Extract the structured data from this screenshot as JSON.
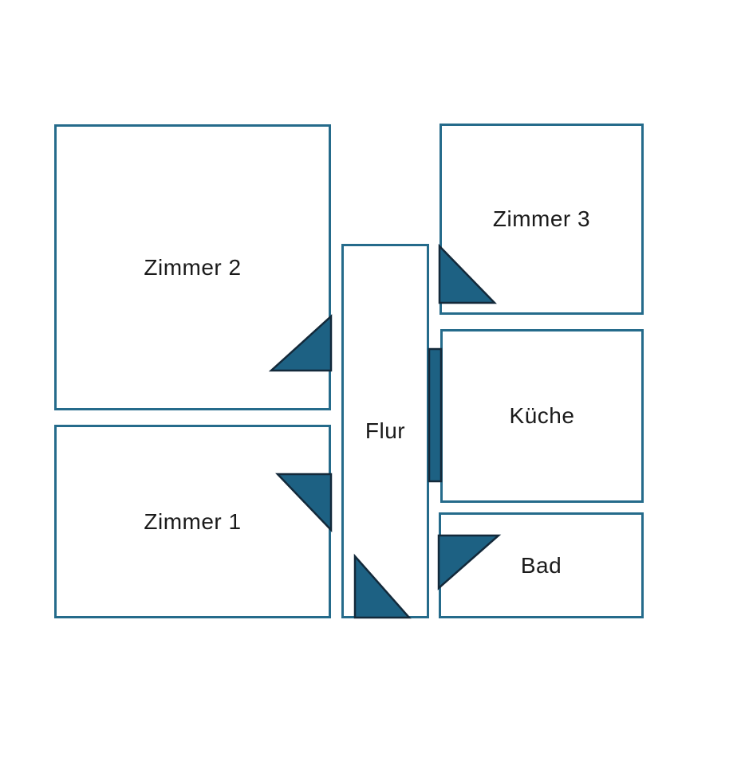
{
  "floor_plan": {
    "rooms": [
      {
        "id": "zimmer2",
        "label": "Zimmer 2"
      },
      {
        "id": "zimmer1",
        "label": "Zimmer 1"
      },
      {
        "id": "flur",
        "label": "Flur"
      },
      {
        "id": "zimmer3",
        "label": "Zimmer 3"
      },
      {
        "id": "kueche",
        "label": "Küche"
      },
      {
        "id": "bad",
        "label": "Bad"
      }
    ],
    "doors": [
      {
        "id": "door-zimmer2",
        "type": "swing-triangle"
      },
      {
        "id": "door-zimmer1",
        "type": "swing-triangle"
      },
      {
        "id": "door-zimmer3",
        "type": "swing-triangle"
      },
      {
        "id": "door-flur",
        "type": "swing-triangle"
      },
      {
        "id": "door-bad",
        "type": "swing-triangle"
      },
      {
        "id": "door-kueche",
        "type": "panel"
      }
    ]
  },
  "colors": {
    "room_border": "#256b8b",
    "door_fill": "#1d6183",
    "door_stroke": "#13293a",
    "label_text": "#1a1a1a",
    "canvas_bg": "#ffffff"
  }
}
